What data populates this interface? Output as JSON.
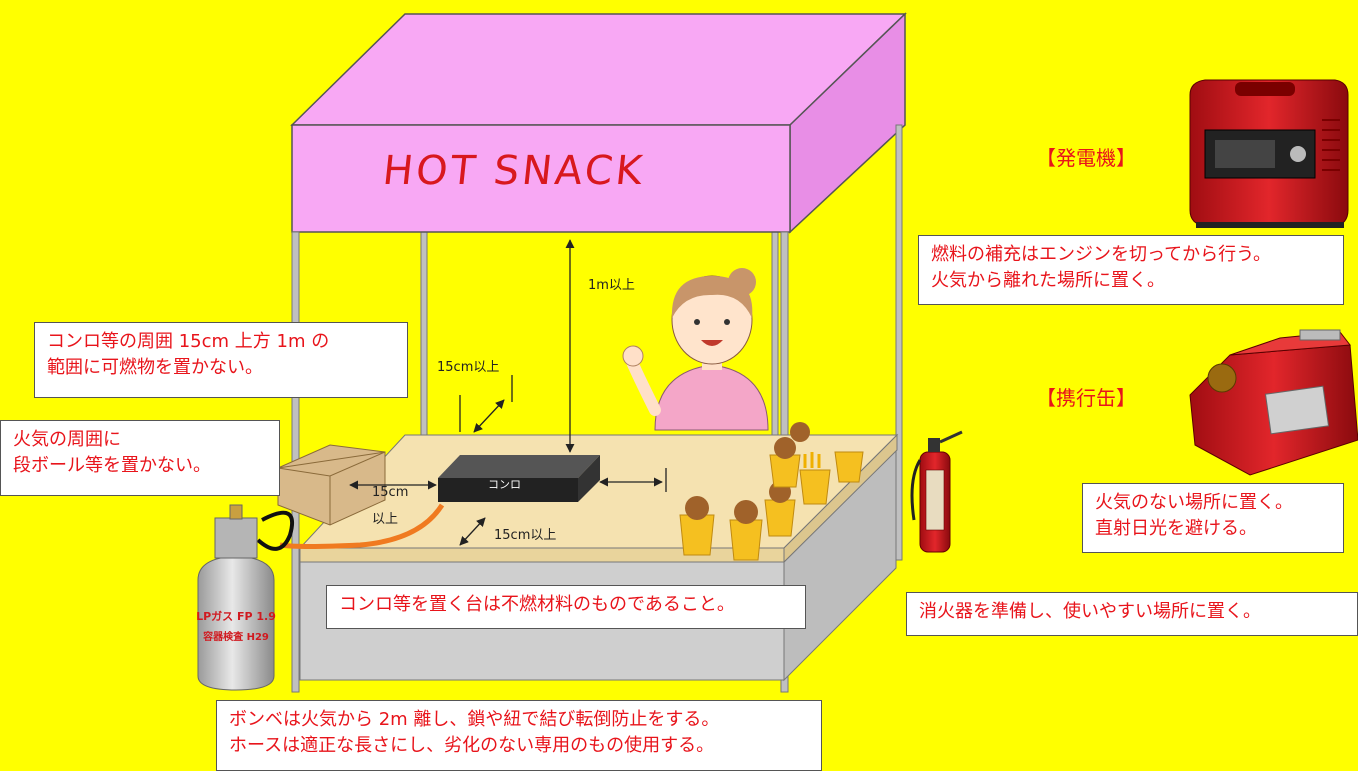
{
  "sign": {
    "text": "HOT SNACK"
  },
  "stove": {
    "label": "コンロ"
  },
  "dimensions": {
    "height_up": "1m以上",
    "back": "15cm以上",
    "side_left_line1": "15cm",
    "side_left_line2": "以上",
    "front": "15cm以上"
  },
  "notes": {
    "clearance": {
      "line1": "コンロ等の周囲 15cm 上方 1m の",
      "line2": "範囲に可燃物を置かない。"
    },
    "cardboard": {
      "line1": "火気の周囲に",
      "line2": "段ボール等を置かない。"
    },
    "table": {
      "line1": "コンロ等を置く台は不燃材料のものであること。"
    },
    "cylinder": {
      "line1": "ボンベは火気から 2m 離し、鎖や紐で結び転倒防止をする。",
      "line2": "ホースは適正な長さにし、劣化のない専用のもの使用する。"
    },
    "generator": {
      "line1": "燃料の補充はエンジンを切ってから行う。",
      "line2": "火気から離れた場所に置く。"
    },
    "can": {
      "line1": "火気のない場所に置く。",
      "line2": "直射日光を避ける。"
    },
    "extinguisher": {
      "line1": "消火器を準備し、使いやすい場所に置く。"
    }
  },
  "labels": {
    "generator": "【発電機】",
    "can": "【携行缶】"
  },
  "cylinder_print": {
    "line1": "LPガス FP 1.9",
    "line2": "容器検査 H29"
  },
  "colors": {
    "background": "#ffff00",
    "canopy": "#f8a8f4",
    "note_text": "#e8141b",
    "table_top": "#f5e2b0",
    "counter": "#cbcbcb"
  }
}
